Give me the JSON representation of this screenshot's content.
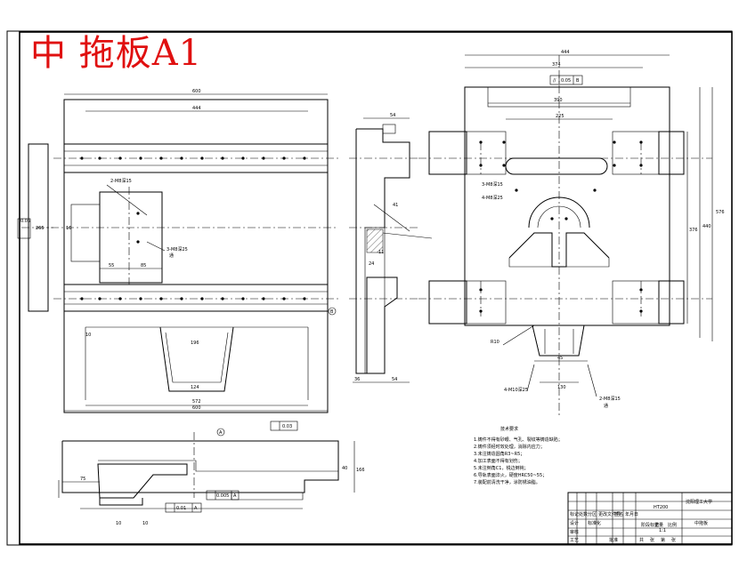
{
  "title": "中 拖板A1",
  "views": {
    "left": {
      "dims": {
        "overall_width": "600",
        "inner_width": "444",
        "left_height": "265",
        "right_label": "16",
        "bottom_inner": "572",
        "bottom_outer": "600",
        "offset_a": "55",
        "offset_b": "85",
        "slot": "124",
        "slot_top": "196",
        "fillet": "10"
      },
      "callouts": {
        "holes_a": "2-M8深15",
        "holes_b": "3-M8深25",
        "holes_b_sub": "通"
      },
      "gdt_flatness": "0.05"
    },
    "middle": {
      "dims": {
        "top": "54",
        "angle": "41",
        "step_a": "11",
        "step_b": "24",
        "bottom_a": "36",
        "bottom_b": "54"
      },
      "gdt_ref": "B"
    },
    "right": {
      "dims": {
        "overall_width": "444",
        "inner_width": "374",
        "width_b": "390",
        "width_c": "225",
        "height_a": "576",
        "height_b": "440",
        "height_c": "376",
        "radius": "R10",
        "bottom_slot": "130",
        "small": "45"
      },
      "callouts": {
        "holes_a": "3-M8深15",
        "holes_b": "4-M8深25",
        "holes_c": "4-M10深25",
        "holes_d": "2-M8深15",
        "holes_d_sub": "通"
      },
      "gdt": {
        "symbol": "//",
        "value": "0.05",
        "datum": "B"
      }
    },
    "section": {
      "dims": {
        "left": "75",
        "total": "40",
        "right": "166",
        "depth_a": "10",
        "depth_b": "10"
      },
      "gdt": {
        "flatness": "0.03",
        "parallel": "0.01",
        "parallel_datum": "A",
        "perp": "0.005",
        "perp_datum": "A",
        "datum_a": "A"
      }
    }
  },
  "notes": {
    "heading": "技术要求",
    "items": [
      "1.铸件不得有砂眼、气孔、裂纹等铸造缺陷；",
      "2.铸件须经时效处理，消除内应力；",
      "3.未注铸造圆角R3~R5；",
      "4.加工表面不得有划伤；",
      "5.未注倒角C1，锐边倒钝；",
      "6.导轨表面淬火，硬度HRC50~55；",
      "7.装配前清洗干净，涂防锈油脂。"
    ]
  },
  "title_block": {
    "university": "沈阳理工大学",
    "part_name": "中拖板",
    "material": "HT200",
    "scale": "1:1",
    "row_labels": [
      "标记",
      "处数",
      "分区",
      "更改文件号",
      "签名",
      "年月日"
    ],
    "row_labels_b": [
      "设计",
      "标准化",
      "审核",
      "工艺",
      "批准"
    ],
    "cols": [
      "阶段标记",
      "重量",
      "比例"
    ],
    "sheet": [
      "共",
      "张",
      "第",
      "张"
    ]
  }
}
